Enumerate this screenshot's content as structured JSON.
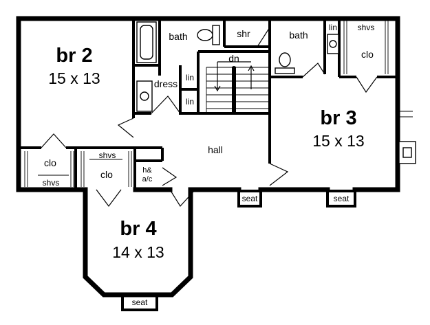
{
  "rooms": {
    "br2": {
      "name": "br 2",
      "dims": "15 x 13"
    },
    "br3": {
      "name": "br 3",
      "dims": "15 x 13"
    },
    "br4": {
      "name": "br 4",
      "dims": "14 x 13"
    }
  },
  "labels": {
    "bath_left": "bath",
    "shower": "shr",
    "bath_right": "bath",
    "linen_right": "lin",
    "shelves_right": "shvs",
    "closet_right": "clo",
    "stairs_down": "dn",
    "dress": "dress",
    "linen_upper": "lin",
    "linen_lower": "lin",
    "hall": "hall",
    "closet_br2": "clo",
    "shelves_br2": "shvs",
    "shelves_br4": "shvs",
    "closet_br4": "clo",
    "hvac_line1": "h&",
    "hvac_line2": "a/c",
    "seat_left": "seat",
    "seat_right": "seat",
    "seat_bottom": "seat"
  }
}
